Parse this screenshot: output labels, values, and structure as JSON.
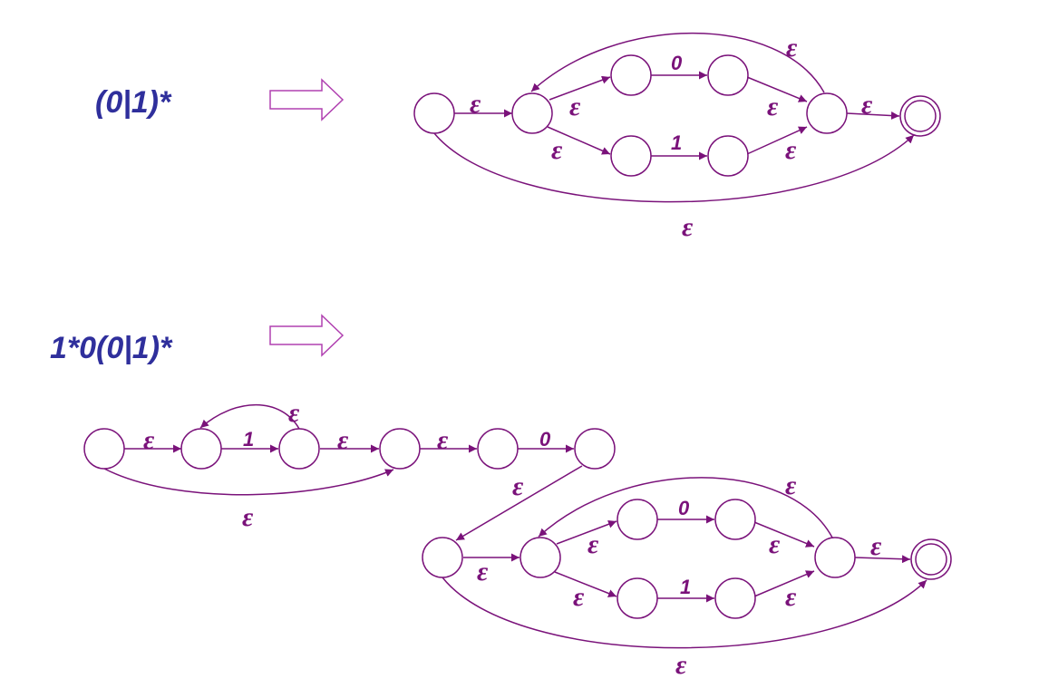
{
  "diagrams": [
    {
      "regex_label": "(0|1)*",
      "arrow_label": "⇒",
      "epsilon": "ε",
      "symbol_0": "0",
      "symbol_1": "1"
    },
    {
      "regex_label": "1*0(0|1)*",
      "arrow_label": "⇒",
      "epsilon": "ε",
      "symbol_0": "0",
      "symbol_1": "1"
    }
  ],
  "colors": {
    "regex_text": "#2f2f9c",
    "automaton": "#7a127a",
    "implies_arrow": "#b040b0"
  }
}
